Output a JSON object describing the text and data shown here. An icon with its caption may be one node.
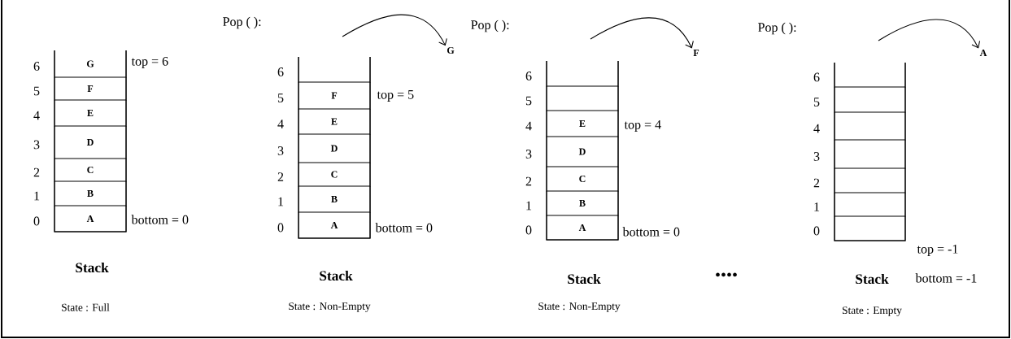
{
  "diagram": {
    "nodes": [
      {
        "text": [
          "Stack"
        ],
        "beside": [
          "top = 6",
          "bottom = 0",
          "State : Full"
        ]
      },
      {
        "text": [
          "G"
        ],
        "in": 0
      },
      {
        "text": [
          "F"
        ],
        "in": 0
      },
      {
        "text": [
          "E"
        ],
        "in": 0
      },
      {
        "text": [
          "D"
        ],
        "in": 0
      },
      {
        "text": [
          "C"
        ],
        "in": 0
      },
      {
        "text": [
          "B"
        ],
        "in": 0
      },
      {
        "text": [
          "A"
        ],
        "in": 0
      },
      {
        "text": [
          "G"
        ]
      },
      {
        "text": [
          "Stack"
        ],
        "beside": [
          "top = 5",
          "bottom = 0",
          "State : Non-Empty"
        ]
      },
      {
        "text": [],
        "shape": "box",
        "in": 9
      },
      {
        "text": [
          "F"
        ],
        "in": 9
      },
      {
        "text": [
          "E"
        ],
        "in": 9
      },
      {
        "text": [
          "D"
        ],
        "in": 9
      },
      {
        "text": [
          "C"
        ],
        "in": 9
      },
      {
        "text": [
          "B"
        ],
        "in": 9
      },
      {
        "text": [
          "A"
        ],
        "in": 9
      },
      {
        "text": [
          "F"
        ]
      },
      {
        "text": [
          "Stack"
        ],
        "beside": [
          "top = 4",
          "bottom = 0",
          "State : Non-Empty"
        ]
      },
      {
        "text": [],
        "shape": "box",
        "in": 18
      },
      {
        "text": [],
        "shape": "box",
        "in": 18
      },
      {
        "text": [
          "E"
        ],
        "in": 18
      },
      {
        "text": [
          "D"
        ],
        "in": 18
      },
      {
        "text": [
          "C"
        ],
        "in": 18
      },
      {
        "text": [
          "B"
        ],
        "in": 18
      },
      {
        "text": [
          "A"
        ],
        "in": 18
      },
      {
        "text": [
          "A"
        ]
      },
      {
        "text": [
          "Stack"
        ],
        "beside": [
          "top = -1",
          "bottom = -1",
          "State : Empty"
        ]
      },
      {
        "text": [],
        "shape": "box",
        "in": 27
      },
      {
        "text": [],
        "shape": "box",
        "in": 27
      },
      {
        "text": [],
        "shape": "box",
        "in": 27
      },
      {
        "text": [],
        "shape": "box",
        "in": 27
      },
      {
        "text": [],
        "shape": "box",
        "in": 27
      },
      {
        "text": [],
        "shape": "box",
        "in": 27
      },
      {
        "text": [],
        "shape": "box",
        "in": 27
      }
    ],
    "edges": [
      {
        "from": null,
        "to": 8,
        "arrow": "to"
      },
      {
        "from": null,
        "to": 17,
        "arrow": "to"
      },
      {
        "from": null,
        "to": 26,
        "arrow": "to"
      }
    ],
    "labels": [
      "Pop ( ):",
      "Pop ( ):",
      "Pop ( ):",
      "6",
      "5",
      "4",
      "3",
      "2",
      "1",
      "0",
      "6",
      "5",
      "4",
      "3",
      "2",
      "1",
      "0",
      "6",
      "5",
      "4",
      "3",
      "2",
      "1",
      "0",
      "6",
      "5",
      "4",
      "3",
      "2",
      "1",
      "0",
      "••••"
    ]
  }
}
